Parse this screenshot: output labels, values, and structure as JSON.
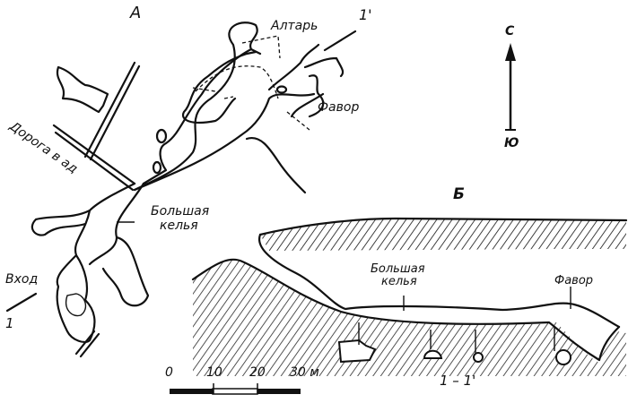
{
  "plan": {
    "panel_label": "А",
    "altar_label": "Алтарь",
    "favor_label": "Фавор",
    "road_label": "Дорога в ад",
    "cell_label_line1": "Большая",
    "cell_label_line2": "келья",
    "entrance_label": "Вход",
    "section_start_label": "1",
    "section_end_label": "1'"
  },
  "compass": {
    "north_label": "С",
    "south_label": "Ю"
  },
  "section": {
    "panel_label": "Б",
    "cell_label_line1": "Большая",
    "cell_label_line2": "келья",
    "favor_label": "Фавор",
    "section_label": "1 – 1'"
  },
  "scale": {
    "ticks": [
      "0",
      "10",
      "20",
      "30 м"
    ]
  }
}
